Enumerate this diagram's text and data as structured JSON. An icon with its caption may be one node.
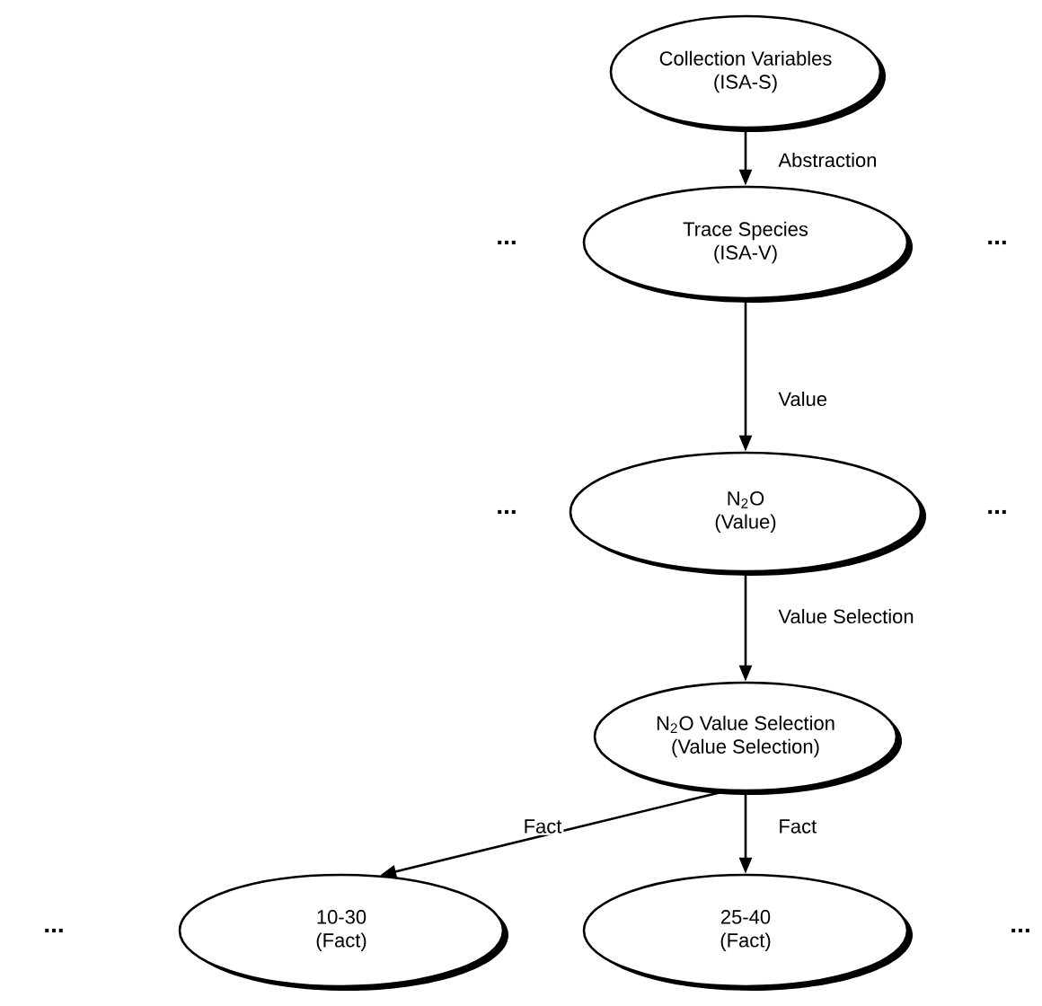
{
  "diagram": {
    "nodes": [
      {
        "text": [
          "Collection Variables",
          "(ISA-S)"
        ]
      },
      {
        "text": [
          "Trace Species",
          "(ISA-V)"
        ]
      },
      {
        "text": [
          "N$_{2}$O",
          "(Value)"
        ]
      },
      {
        "text": [
          "N$_{2}$O Value Selection",
          "(Value Selection)"
        ]
      },
      {
        "text": [
          "10-30",
          "(Fact)"
        ]
      },
      {
        "text": [
          "25-40",
          "(Fact)"
        ]
      }
    ],
    "edges": [
      {
        "from": 0,
        "to": 1,
        "arrow": "to",
        "label": "Abstraction"
      },
      {
        "from": 1,
        "to": 2,
        "arrow": "to",
        "label": "Value"
      },
      {
        "from": 2,
        "to": 3,
        "arrow": "to",
        "label": "Value Selection"
      },
      {
        "from": 3,
        "to": 4,
        "arrow": "to",
        "label": "Fact"
      },
      {
        "from": 3,
        "to": 5,
        "arrow": "to",
        "label": "Fact"
      }
    ],
    "labels": [
      "...",
      "...",
      "...",
      "...",
      "...",
      "..."
    ]
  }
}
